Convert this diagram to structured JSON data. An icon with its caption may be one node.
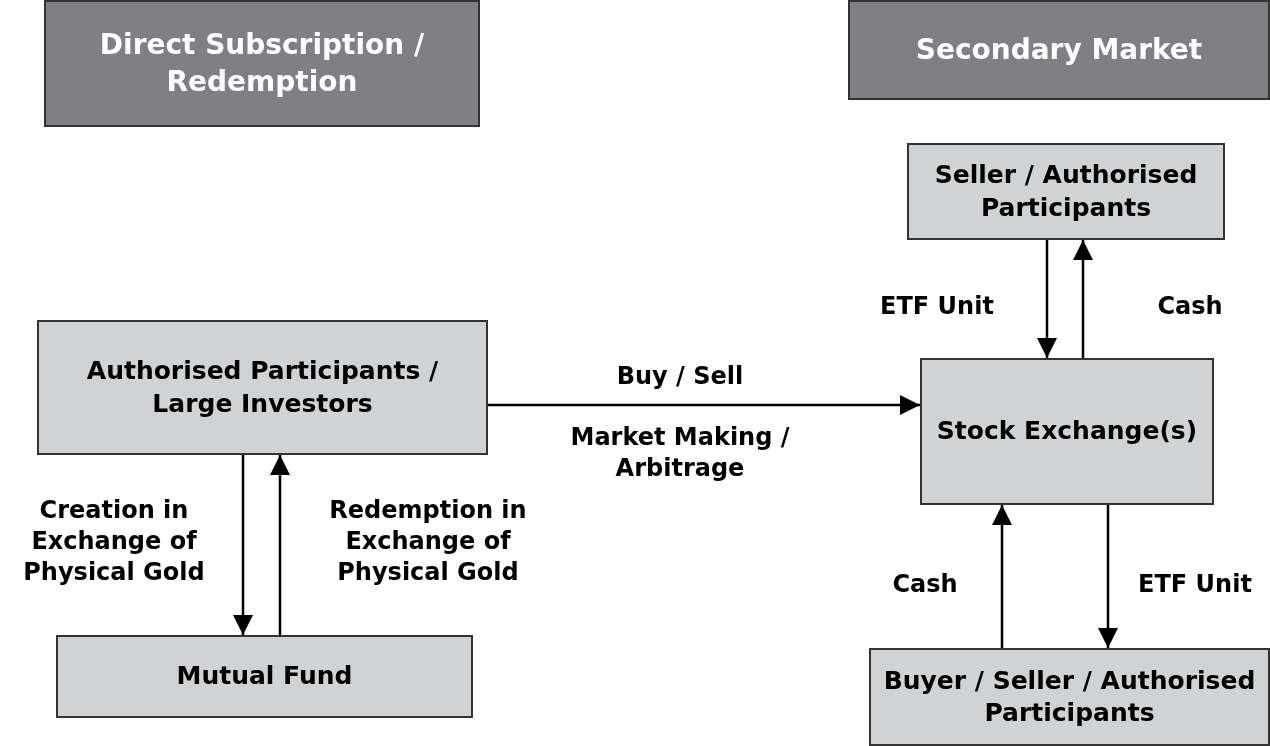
{
  "diagram": {
    "nodes": [
      {
        "text": [
          "Direct Subscription / Redemption"
        ]
      },
      {
        "text": [
          "Secondary Market"
        ]
      },
      {
        "text": [
          "Seller / Authorised Participants"
        ]
      },
      {
        "text": [
          "Authorised Participants / Large Investors"
        ]
      },
      {
        "text": [
          "Stock Exchange(s)"
        ]
      },
      {
        "text": [
          "Mutual Fund"
        ]
      },
      {
        "text": [
          "Buyer / Seller / Authorised Participants"
        ]
      }
    ],
    "edges": [
      {
        "from": 3,
        "to": 4,
        "arrow": "to",
        "label": "Buy / Sell"
      },
      {
        "from": 3,
        "to": 5,
        "arrow": "to",
        "label": "Creation in Exchange of Physical Gold"
      },
      {
        "from": 5,
        "to": 3,
        "arrow": "to",
        "label": "Redemption in Exchange of Physical Gold"
      },
      {
        "from": 2,
        "to": 4,
        "arrow": "to",
        "label": "ETF Unit"
      },
      {
        "from": 4,
        "to": 2,
        "arrow": "to",
        "label": "Cash"
      },
      {
        "from": 6,
        "to": 4,
        "arrow": "to",
        "label": "Cash"
      },
      {
        "from": 4,
        "to": 6,
        "arrow": "to",
        "label": "ETF Unit"
      }
    ],
    "labels": [
      "Market Making / Arbitrage"
    ]
  }
}
